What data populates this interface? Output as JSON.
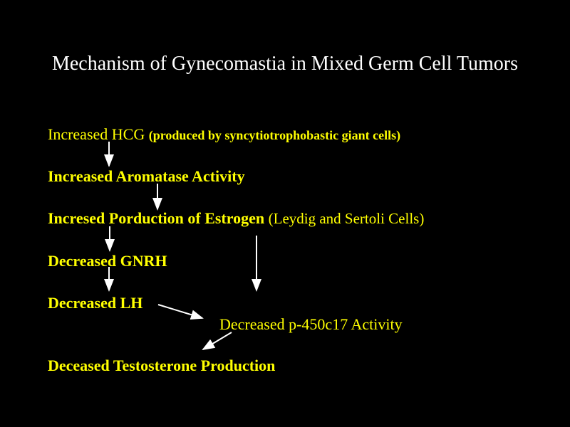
{
  "slide": {
    "title": "Mechanism of Gynecomastia in Mixed Germ Cell Tumors",
    "colors": {
      "background": "#000000",
      "title_text": "#FFFFFF",
      "body_text": "#FFFF00",
      "arrow": "#FFFFFF"
    },
    "lines": {
      "hcg_main": "Increased HCG ",
      "hcg_paren": "(produced by syncytiotrophobastic giant cells)",
      "aromatase": "Increased Aromatase Activity",
      "estrogen_main": "Incresed Porduction of Estrogen ",
      "estrogen_paren": "(Leydig and Sertoli Cells)",
      "gnrh": "Decreased GNRH",
      "lh": "Decreased LH",
      "p450": "Decreased p-450c17 Activity",
      "testosterone": "Deceased Testosterone Production"
    },
    "flow": [
      "Increased HCG -> Increased Aromatase Activity",
      "Increased Aromatase Activity -> Incresed Porduction of Estrogen",
      "Incresed Porduction of Estrogen -> Decreased GNRH",
      "Decreased GNRH -> Decreased LH",
      "Incresed Porduction of Estrogen -> Decreased p-450c17 Activity",
      "Decreased LH -> Decreased p-450c17 Activity",
      "Decreased p-450c17 Activity -> Deceased Testosterone Production"
    ]
  }
}
